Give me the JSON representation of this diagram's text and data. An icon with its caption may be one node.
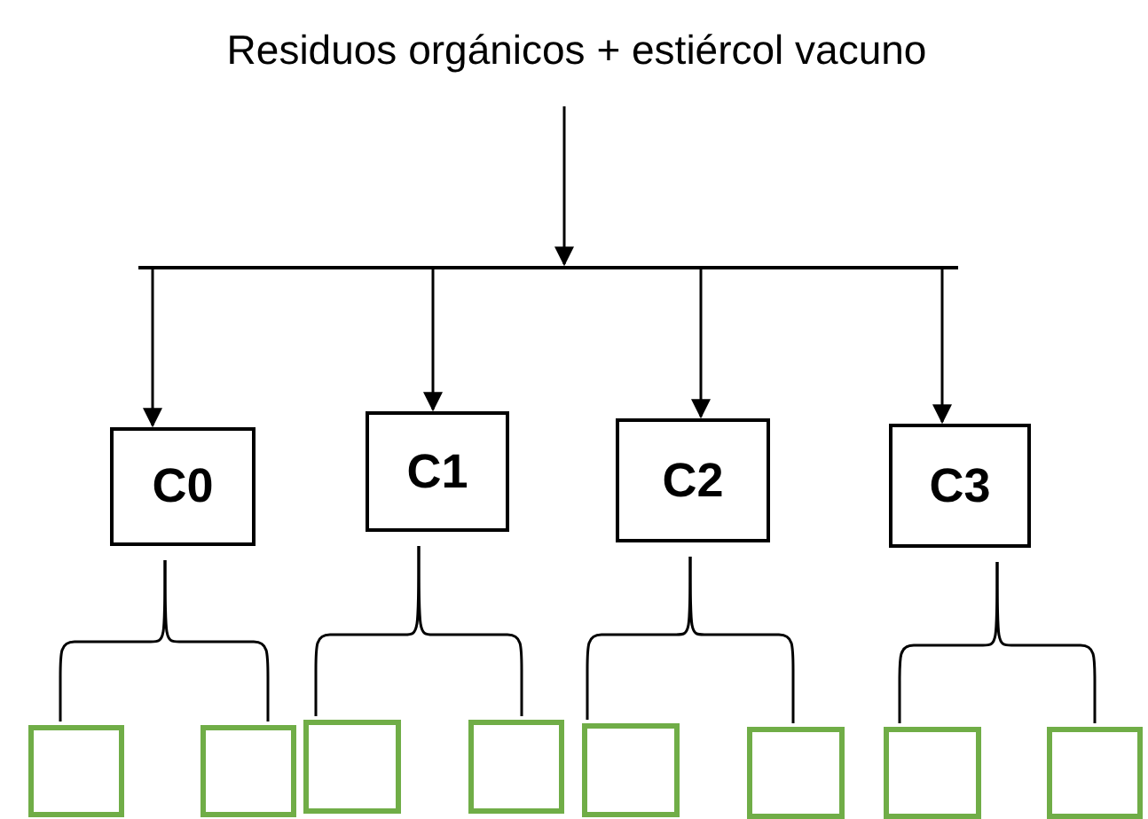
{
  "diagram": {
    "nodes": [
      {
        "text": [
          "Residuos orgánicos + estiércol vacuno"
        ]
      },
      {
        "text": [],
        "shape": "bar"
      },
      {
        "text": [
          "C0"
        ]
      },
      {
        "text": [
          "C1"
        ]
      },
      {
        "text": [
          "C2"
        ]
      },
      {
        "text": [
          "C3"
        ]
      },
      {
        "text": [],
        "shape": "box"
      },
      {
        "text": [],
        "shape": "box"
      },
      {
        "text": [],
        "shape": "box"
      },
      {
        "text": [],
        "shape": "box"
      },
      {
        "text": [],
        "shape": "box"
      },
      {
        "text": [],
        "shape": "box"
      },
      {
        "text": [],
        "shape": "box"
      },
      {
        "text": [],
        "shape": "box"
      }
    ],
    "edges": [
      {
        "from": 0,
        "to": 1,
        "arrow": "to"
      },
      {
        "from": 1,
        "to": 2,
        "arrow": "to"
      },
      {
        "from": 1,
        "to": 3,
        "arrow": "to"
      },
      {
        "from": 1,
        "to": 4,
        "arrow": "to"
      },
      {
        "from": 1,
        "to": 5,
        "arrow": "to"
      },
      {
        "from": 2,
        "to": 6,
        "arrow": "none"
      },
      {
        "from": 2,
        "to": 7,
        "arrow": "none"
      },
      {
        "from": 3,
        "to": 8,
        "arrow": "none"
      },
      {
        "from": 3,
        "to": 9,
        "arrow": "none"
      },
      {
        "from": 4,
        "to": 10,
        "arrow": "none"
      },
      {
        "from": 4,
        "to": 11,
        "arrow": "none"
      },
      {
        "from": 5,
        "to": 12,
        "arrow": "none"
      },
      {
        "from": 5,
        "to": 13,
        "arrow": "none"
      }
    ]
  }
}
